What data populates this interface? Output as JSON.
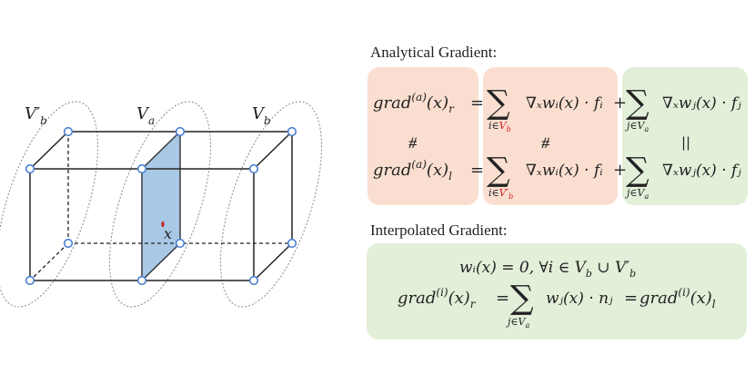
{
  "cube": {
    "labels": {
      "vb_prime": "V′",
      "vb_prime_sub": "b",
      "va": "V",
      "va_sub": "a",
      "vb": "V",
      "vb_sub": "b",
      "x": "x"
    },
    "colors": {
      "plane": "#a8c8e6",
      "node": "#4a7fd0",
      "point": "#cc1f1f"
    }
  },
  "analytical": {
    "heading": "Analytical Gradient:",
    "grad": "grad",
    "sup_a": "(a)",
    "x_paren": "(x)",
    "sub_r": "r",
    "sub_l": "l",
    "equals": "=",
    "plus": "+",
    "sigma": "∑",
    "sum_index_i": "i∈",
    "sum_set_vb": "V",
    "sum_set_vb_sub": "b",
    "sum_set_vbp": "V′",
    "sum_set_vbp_sub": "b",
    "sum_index_j": "j∈V",
    "sum_index_j_sub": "a",
    "term_i": "∇ₓwᵢ(x) · fᵢ",
    "term_j": "∇ₓwⱼ(x) · fⱼ",
    "neq": "⧣",
    "eq": "||",
    "colors": {
      "orange": "#fadfd0",
      "green": "#e2efd9"
    }
  },
  "interpolated": {
    "heading": "Interpolated Gradient:",
    "line1": "wᵢ(x) = 0, ∀i ∈ V",
    "line1_sub": "b",
    "line1_cup": " ∪ V′",
    "line1_sub2": "b",
    "grad": "grad",
    "sup_i": "(i)",
    "x_paren": "(x)",
    "sub_r": "r",
    "sub_l": "l",
    "equals": "=",
    "sigma": "∑",
    "sum_index": "j∈V",
    "sum_index_sub": "a",
    "term": "wⱼ(x) · nⱼ",
    "color": "#e2efd9"
  }
}
